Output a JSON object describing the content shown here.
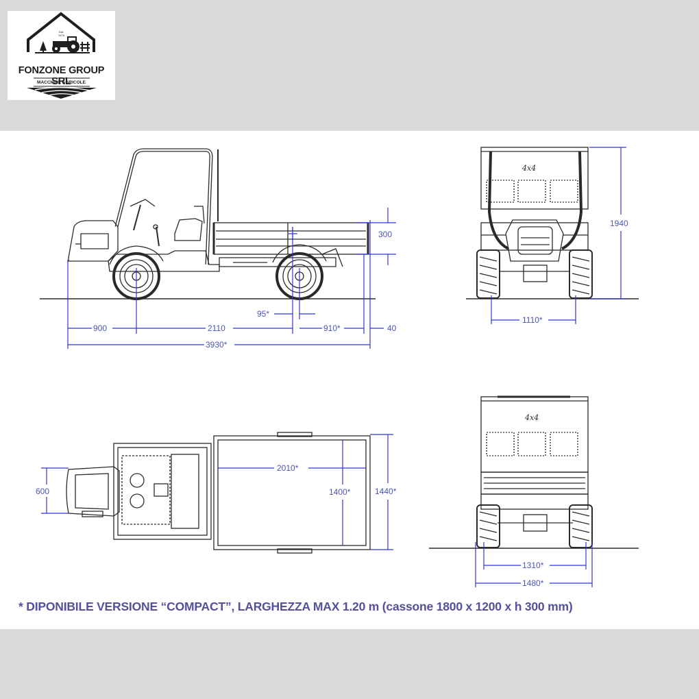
{
  "logo": {
    "name": "FONZONE GROUP SRL",
    "subtitle": "MACCHINE AGRICOLE",
    "since": "DAL",
    "year": "1976"
  },
  "dimensions": {
    "side_front_overhang": "900",
    "side_wheelbase": "2110",
    "side_rear_overhang": "910*",
    "side_tail": "40",
    "side_total_length": "3930*",
    "side_offset": "95*",
    "side_bed_height": "300",
    "front_height": "1940",
    "front_track": "1110*",
    "top_hood_width": "600",
    "top_bed_length": "2010*",
    "top_bed_inner_width": "1400*",
    "top_bed_outer_width": "1440*",
    "rear_track": "1310*",
    "rear_total_width": "1480*"
  },
  "badges": {
    "front_badge": "4x4",
    "rear_badge": "4x4"
  },
  "footnote": "* DIPONIBILE VERSIONE “COMPACT”, LARGHEZZA MAX 1.20 m (cassone 1800 x 1200 x h 300 mm)",
  "colors": {
    "dimension_lines": "#2f35d6",
    "drawing_lines": "#2a2a2a",
    "footnote_text": "#55509a",
    "background": "#d9d9d9"
  }
}
